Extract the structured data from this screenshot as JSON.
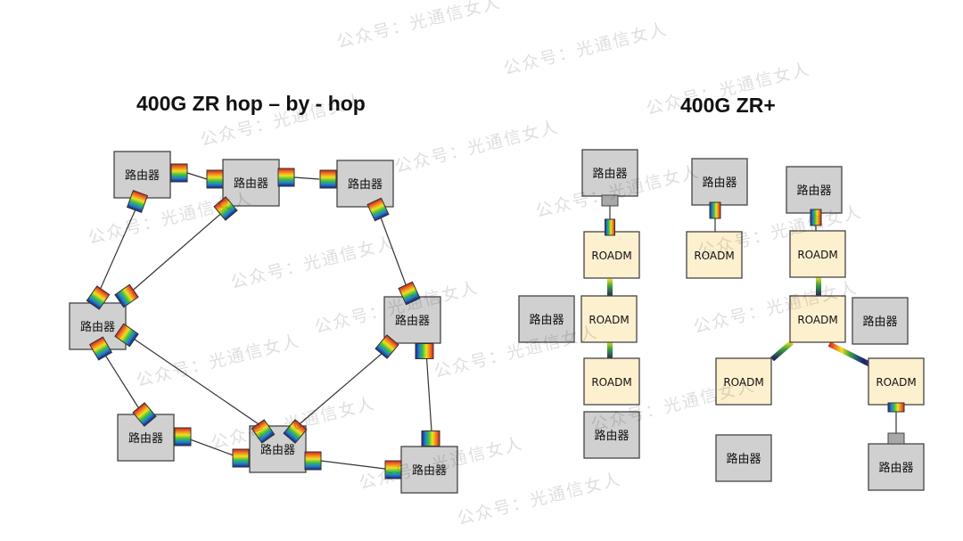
{
  "left_diagram": {
    "title": "400G ZR hop – by - hop",
    "router_label": "路由器",
    "routers": [
      {
        "id": "L1",
        "label": "路由器"
      },
      {
        "id": "L2",
        "label": "路由器"
      },
      {
        "id": "L3",
        "label": "路由器"
      },
      {
        "id": "L4",
        "label": "路由器"
      },
      {
        "id": "L5",
        "label": "路由器"
      },
      {
        "id": "L6",
        "label": "路由器"
      },
      {
        "id": "L7",
        "label": "路由器"
      },
      {
        "id": "L8",
        "label": "路由器"
      }
    ]
  },
  "right_diagram": {
    "title": "400G ZR+",
    "roadm_label": "ROADM",
    "router_label": "路由器",
    "roadms": [
      {
        "id": "R1",
        "label": "ROADM"
      },
      {
        "id": "R2",
        "label": "ROADM"
      },
      {
        "id": "R3",
        "label": "ROADM"
      },
      {
        "id": "R4",
        "label": "ROADM"
      },
      {
        "id": "R5",
        "label": "ROADM"
      },
      {
        "id": "R6",
        "label": "ROADM"
      },
      {
        "id": "R7",
        "label": "ROADM"
      },
      {
        "id": "R8",
        "label": "ROADM"
      }
    ],
    "routers": [
      {
        "id": "P1",
        "label": "路由器"
      },
      {
        "id": "P2",
        "label": "路由器"
      },
      {
        "id": "P3",
        "label": "路由器"
      },
      {
        "id": "P4",
        "label": "路由器"
      },
      {
        "id": "P5",
        "label": "路由器"
      },
      {
        "id": "P6",
        "label": "路由器"
      },
      {
        "id": "P7",
        "label": "路由器"
      },
      {
        "id": "P8",
        "label": "路由器"
      }
    ]
  },
  "watermark": "公众号：光通信女人",
  "colors": {
    "router_fill": "#d0d0d0",
    "roadm_fill": "#fdf0cf",
    "stroke": "#444444",
    "spectrum": [
      "#d62020",
      "#f08020",
      "#f0e020",
      "#40c040",
      "#2080d0",
      "#202080"
    ]
  }
}
